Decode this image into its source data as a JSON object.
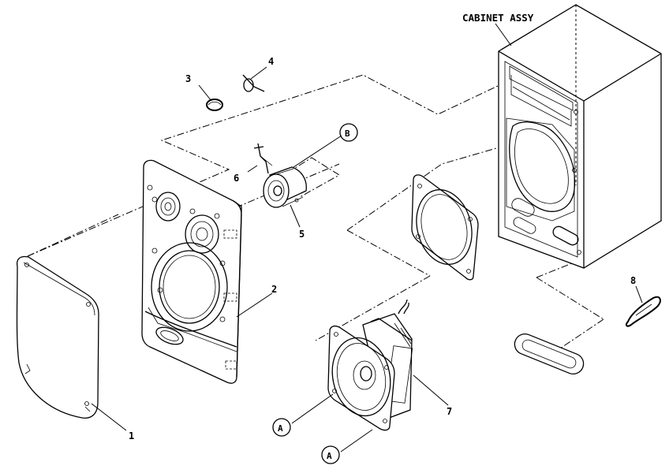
{
  "diagram": {
    "cabinet_label": "CABINET ASSY",
    "callouts": [
      {
        "id": "1",
        "label": "1"
      },
      {
        "id": "2",
        "label": "2"
      },
      {
        "id": "3",
        "label": "3"
      },
      {
        "id": "4",
        "label": "4"
      },
      {
        "id": "5",
        "label": "5"
      },
      {
        "id": "6",
        "label": "6"
      },
      {
        "id": "7",
        "label": "7"
      },
      {
        "id": "8",
        "label": "8"
      }
    ],
    "connectors": [
      {
        "id": "B",
        "label": "B"
      },
      {
        "id": "A1",
        "label": "A"
      },
      {
        "id": "A2",
        "label": "A"
      }
    ]
  }
}
